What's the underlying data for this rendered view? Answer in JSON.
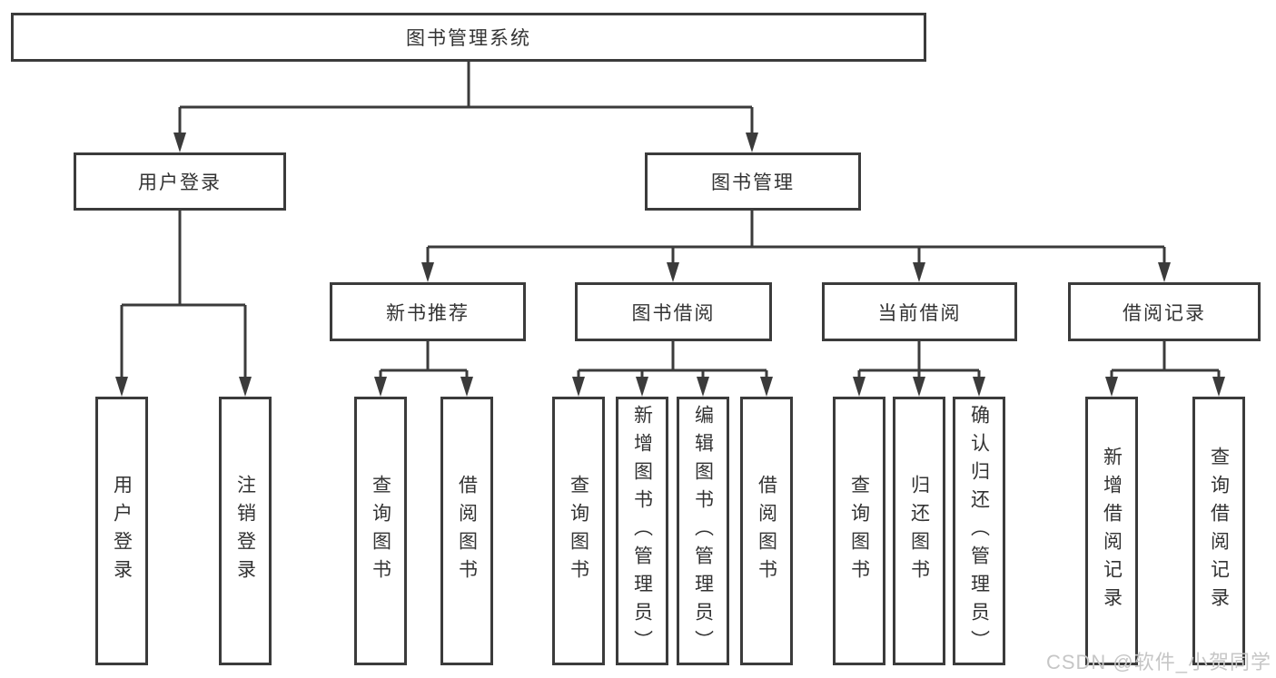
{
  "diagram_type": "hierarchy-chart",
  "tree": {
    "root": {
      "label": "图书管理系统",
      "children": [
        {
          "label": "用户登录",
          "children": [
            {
              "label": "用户登录"
            },
            {
              "label": "注销登录"
            }
          ]
        },
        {
          "label": "图书管理",
          "children": [
            {
              "label": "新书推荐",
              "children": [
                {
                  "label": "查询图书"
                },
                {
                  "label": "借阅图书"
                }
              ]
            },
            {
              "label": "图书借阅",
              "children": [
                {
                  "label": "查询图书"
                },
                {
                  "label": "新增图书（管理员）"
                },
                {
                  "label": "编辑图书（管理员）"
                },
                {
                  "label": "借阅图书"
                }
              ]
            },
            {
              "label": "当前借阅",
              "children": [
                {
                  "label": "查询图书"
                },
                {
                  "label": "归还图书"
                },
                {
                  "label": "确认归还（管理员）"
                }
              ]
            },
            {
              "label": "借阅记录",
              "children": [
                {
                  "label": "新增借阅记录"
                },
                {
                  "label": "查询借阅记录"
                }
              ]
            }
          ]
        }
      ]
    }
  },
  "watermark": "CSDN @软件_小贺同学",
  "colors": {
    "line": "#3b3b3b",
    "box_border": "#3b3b3b",
    "text": "#333333",
    "background": "#ffffff",
    "watermark": "#c6c6c6"
  }
}
